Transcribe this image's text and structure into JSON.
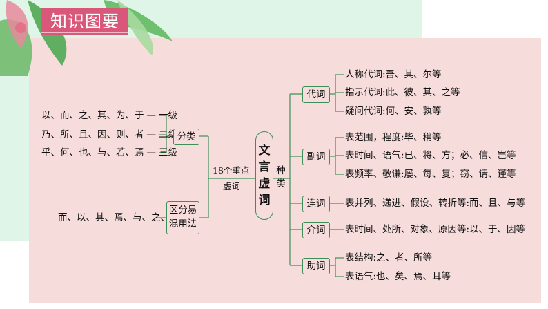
{
  "title": "知识图要",
  "colors": {
    "title_bg": "#d9587a",
    "panel_bg": "#f7dcdc",
    "mint_bg": "#dff5e8",
    "line": "#3e8e57"
  },
  "center": {
    "chars": [
      "文",
      "言",
      "虚",
      "词"
    ]
  },
  "kinds": {
    "chars": [
      "种",
      "类"
    ]
  },
  "left": {
    "root": [
      "18个重点",
      "虚词"
    ],
    "classify": {
      "label": "分类",
      "levels": [
        {
          "words": "以、而、之、其、为、于",
          "dash": "—",
          "level": "一级"
        },
        {
          "words": "乃、所、且、因、则、者",
          "dash": "—",
          "level": "二级"
        },
        {
          "words": "乎、何、也、与、若、焉",
          "dash": "—",
          "level": "三级"
        }
      ]
    },
    "distinguish": {
      "label_lines": [
        "区分易",
        "混用法"
      ],
      "words": "而、以、其、焉、与、之、者"
    }
  },
  "right": [
    {
      "label": "代词",
      "items": [
        "人称代词:吾、其、尔等",
        "指示代词:此、彼、其、之等",
        "疑问代词:何、安、孰等"
      ]
    },
    {
      "label": "副词",
      "items": [
        "表范围，程度:毕、稍等",
        "表时间、语气:已、将、方；必、信、岂等",
        "表频率、敬谦:屡、每、复；窃、请、谨等"
      ]
    },
    {
      "label": "连词",
      "items": [
        "表并列、递进、假设、转折等:而、且、与等"
      ]
    },
    {
      "label": "介词",
      "items": [
        "表时间、处所、对象、原因等:以、于、因等"
      ]
    },
    {
      "label": "助词",
      "items": [
        "表结构:之、者、所等",
        "表语气:也、矣、焉、耳等"
      ]
    }
  ]
}
